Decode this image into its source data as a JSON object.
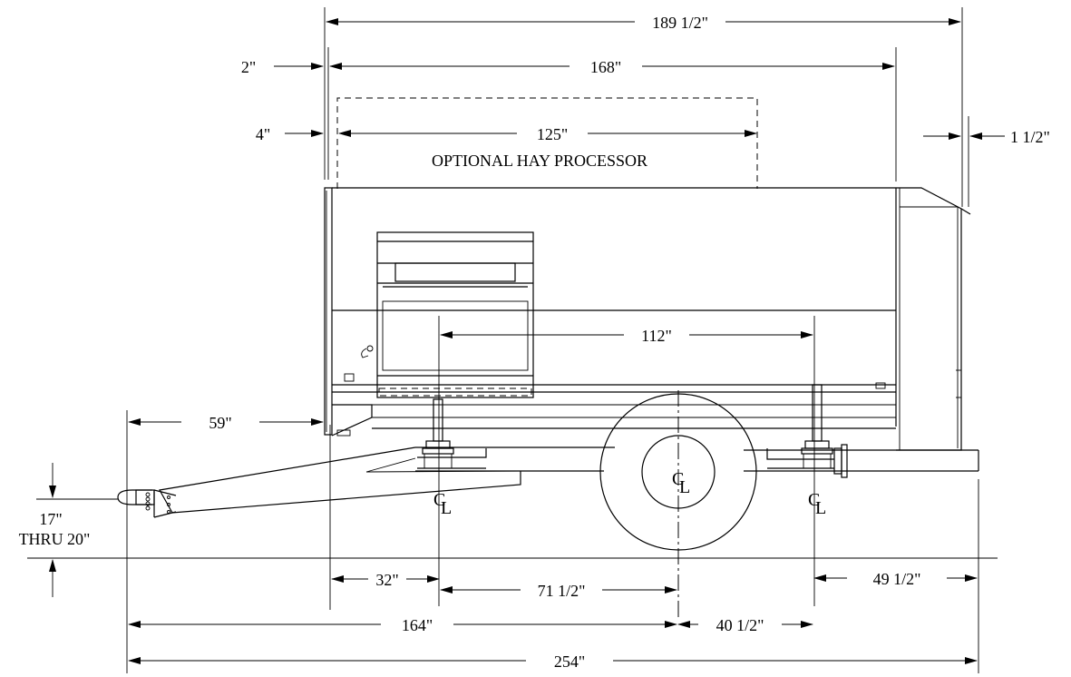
{
  "dimensions": {
    "overall_box": "189 1/2\"",
    "body_length": "168\"",
    "front_offset": "2\"",
    "processor_offset": "4\"",
    "processor_length": "125\"",
    "rear_offset": "1 1/2\"",
    "axle_spacing": "112\"",
    "front_overhang": "59\"",
    "hitch_height_line1": "17\"",
    "hitch_height_line2": "THRU 20\"",
    "front_to_axle1": "32\"",
    "axle1_to_wheel": "71 1/2\"",
    "axle2_to_rear": "49 1/2\"",
    "hitch_to_wheel": "164\"",
    "wheel_to_axle2": "40 1/2\"",
    "overall_length": "254\""
  },
  "labels": {
    "processor": "OPTIONAL HAY PROCESSOR",
    "centerline_c": "C",
    "centerline_l": "L"
  }
}
